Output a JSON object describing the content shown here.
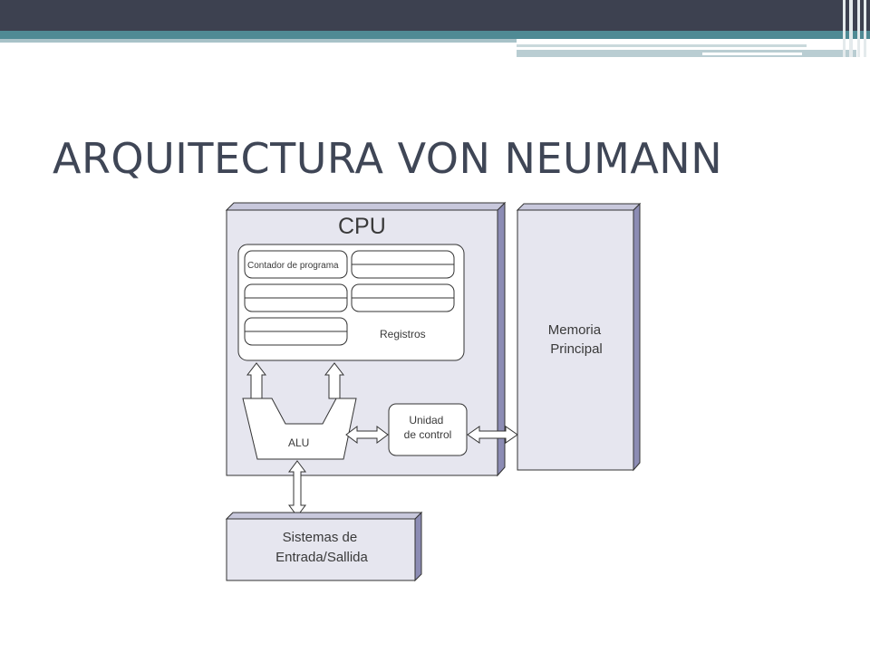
{
  "slide": {
    "title": "ARQUITECTURA VON NEUMANN"
  },
  "diagram": {
    "cpu_label": "CPU",
    "program_counter_label": "Contador de programa",
    "registers_label": "Registros",
    "alu_label": "ALU",
    "control_unit_label": [
      "Unidad",
      "de control"
    ],
    "memory_label": [
      "Memoria",
      "Principal"
    ],
    "io_label": [
      "Sistemas de",
      "Entrada/Sallida"
    ]
  },
  "colors": {
    "top_bar": "#3d4150",
    "accent_band": "#4f8a94",
    "box_fill": "#e6e6ef",
    "box_side": "#8c8cb4",
    "title_text": "#3f4656"
  }
}
